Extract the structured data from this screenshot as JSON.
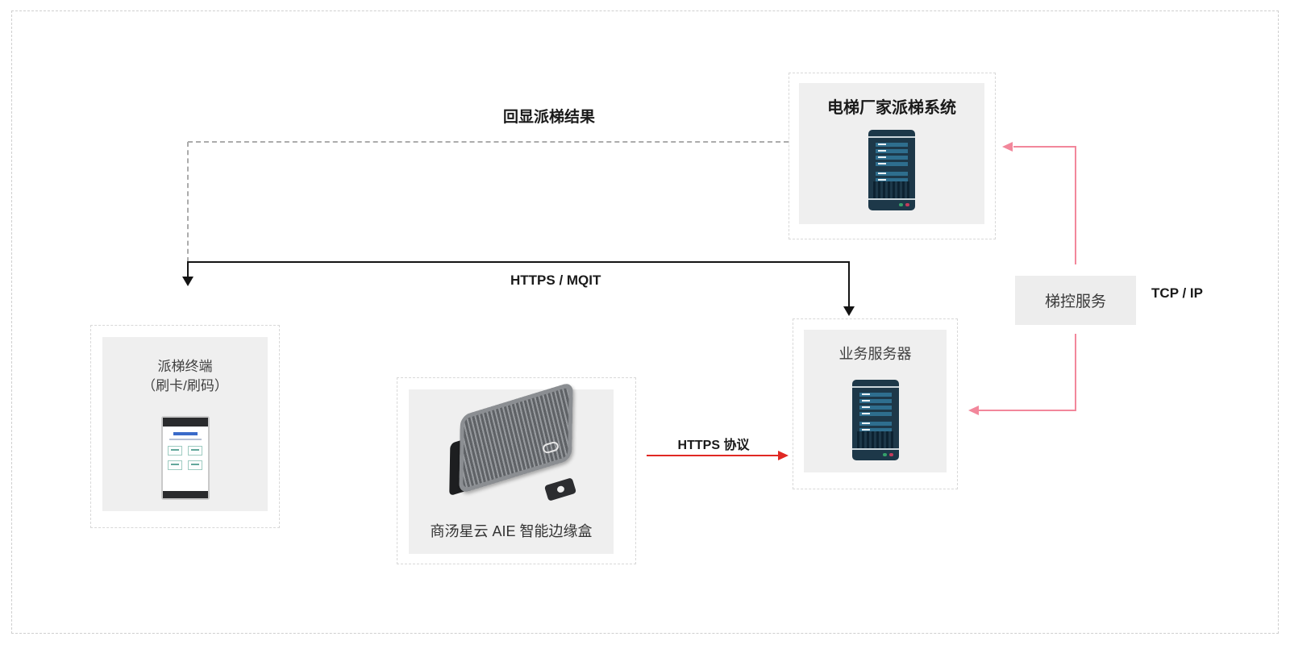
{
  "nodes": {
    "vendor_system": {
      "title": "电梯厂家派梯系统",
      "icon": "server-icon"
    },
    "business_server": {
      "title": "业务服务器",
      "icon": "server-icon"
    },
    "terminal": {
      "title": "派梯终端",
      "subtitle": "（刷卡/刷码）",
      "icon": "phone-icon"
    },
    "edge_box": {
      "caption": "商汤星云 AIE 智能边缘盒",
      "icon": "edge-device-image"
    },
    "elevator_control": {
      "title": "梯控服务"
    }
  },
  "connections": {
    "echo_result": {
      "label": "回显派梯结果",
      "style": "dashed-gray",
      "from": "vendor_system",
      "to": "terminal"
    },
    "https_mqtt": {
      "label": "HTTPS / MQIT",
      "style": "solid-black",
      "from": "terminal",
      "to": "business_server"
    },
    "https_protocol": {
      "label": "HTTPS 协议",
      "style": "solid-red",
      "from": "edge_box",
      "to": "business_server"
    },
    "elevator_control_link": {
      "label": "TCP / IP",
      "style": "solid-pink",
      "from": "elevator_control",
      "to": "vendor_system, business_server"
    }
  },
  "colors": {
    "pink": "#F2879B",
    "red": "#E02823",
    "line_black": "#141414",
    "dash_gray": "#ACACAC",
    "node_fill": "#EFEFEF",
    "server_body": "#1D3849",
    "server_bar": "#2E6E8E",
    "led_green": "#35A06A",
    "led_red": "#C43B5C"
  }
}
